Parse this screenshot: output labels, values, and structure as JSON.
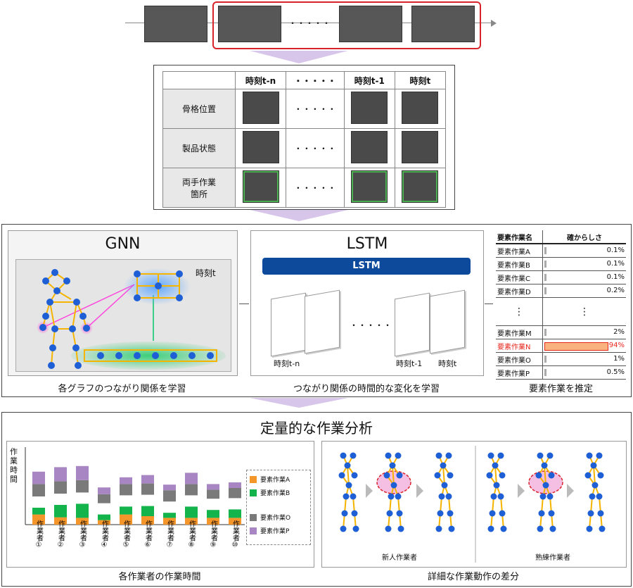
{
  "top_timeline": {
    "dots": "・・・・・"
  },
  "features_table": {
    "headers": [
      "時刻t-n",
      "・・・・・",
      "時刻t-1",
      "時刻t"
    ],
    "rows": [
      {
        "label": "骨格位置"
      },
      {
        "label": "製品状態"
      },
      {
        "label": "両手作業\n箇所"
      }
    ],
    "dots": "・・・・・"
  },
  "gnn": {
    "title": "GNN",
    "time_label": "時刻t",
    "caption": "各グラフのつながり関係を学習"
  },
  "lstm": {
    "title": "LSTM",
    "bar_label": "LSTM",
    "time_labels": [
      "時刻t-n",
      "時刻t-1",
      "時刻t"
    ],
    "dots": "・・・・・",
    "caption": "つながり関係の時間的な変化を学習"
  },
  "estimate": {
    "header_name": "要素作業名",
    "header_prob": "確からしさ",
    "rows": [
      {
        "name": "要素作業A",
        "prob": "0.1%",
        "value": 0.1
      },
      {
        "name": "要素作業B",
        "prob": "0.1%",
        "value": 0.1
      },
      {
        "name": "要素作業C",
        "prob": "0.1%",
        "value": 0.1
      },
      {
        "name": "要素作業D",
        "prob": "0.2%",
        "value": 0.2
      },
      {
        "name": "要素作業M",
        "prob": "2%",
        "value": 2
      },
      {
        "name": "要素作業N",
        "prob": "94%",
        "value": 94
      },
      {
        "name": "要素作業O",
        "prob": "1%",
        "value": 1
      },
      {
        "name": "要素作業P",
        "prob": "0.5%",
        "value": 0.5
      }
    ],
    "vdots": "⋮",
    "caption": "要素作業を推定",
    "highlight_color": "#e8281e"
  },
  "analysis": {
    "title": "定量的な作業分析"
  },
  "chart_data": {
    "type": "bar",
    "ylabel": "作業時間",
    "categories": [
      "作業者①",
      "作業者②",
      "作業者③",
      "作業者④",
      "作業者⑤",
      "作業者⑥",
      "作業者⑦",
      "作業者⑧",
      "作業者⑨",
      "作業者⑩"
    ],
    "series": [
      {
        "name": "要素作業A",
        "values": [
          18,
          13,
          12,
          8,
          18,
          15,
          12,
          12,
          12,
          12
        ],
        "color": "#f5962a"
      },
      {
        "name": "要素作業B",
        "values": [
          12,
          22,
          25,
          10,
          14,
          18,
          9,
          20,
          14,
          15
        ],
        "color": "#14b44c"
      },
      {
        "name": "要素作業O",
        "values": [
          22,
          22,
          22,
          16,
          20,
          20,
          20,
          20,
          16,
          18
        ],
        "color": "#7a7a7a"
      },
      {
        "name": "要素作業P",
        "values": [
          22,
          25,
          25,
          12,
          12,
          15,
          10,
          20,
          10,
          10
        ],
        "color": "#a886c4"
      }
    ],
    "legend_items": [
      "要素作業A",
      "要素作業B",
      "要素作業O",
      "要素作業P"
    ],
    "caption": "各作業者の作業時間"
  },
  "motion": {
    "novice_label": "新人作業者",
    "expert_label": "熟練作業者",
    "caption": "詳細な作業動作の差分"
  },
  "colors": {
    "node": "#1f5fd6",
    "edge": "#f4b400",
    "lstm_bar": "#0d4a9c",
    "highlight_fill": "#f8b37e"
  }
}
